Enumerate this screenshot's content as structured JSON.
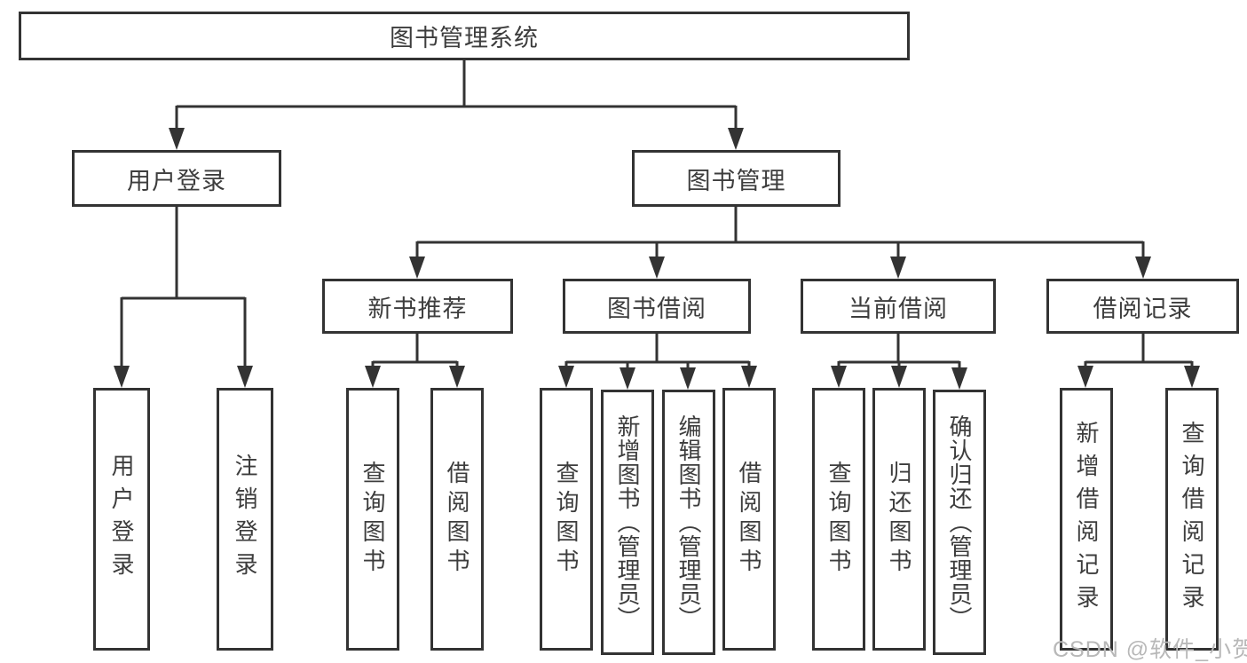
{
  "tree": {
    "root": {
      "label": "图书管理系统"
    },
    "branches": [
      {
        "label": "用户登录",
        "children": [
          {
            "label": "用户登录"
          },
          {
            "label": "注销登录"
          }
        ]
      },
      {
        "label": "图书管理",
        "groups": [
          {
            "label": "新书推荐",
            "children": [
              {
                "label": "查询图书"
              },
              {
                "label": "借阅图书"
              }
            ]
          },
          {
            "label": "图书借阅",
            "children": [
              {
                "label": "查询图书"
              },
              {
                "label": "新增图书（管理员）"
              },
              {
                "label": "编辑图书（管理员）"
              },
              {
                "label": "借阅图书"
              }
            ]
          },
          {
            "label": "当前借阅",
            "children": [
              {
                "label": "查询图书"
              },
              {
                "label": "归还图书"
              },
              {
                "label": "确认归还（管理员）"
              }
            ]
          },
          {
            "label": "借阅记录",
            "children": [
              {
                "label": "新增借阅记录"
              },
              {
                "label": "查询借阅记录"
              }
            ]
          }
        ]
      }
    ]
  },
  "watermark": {
    "text": "CSDN @软件_小贺同学"
  },
  "colors": {
    "line": "#333333",
    "box_border": "#333333",
    "text": "#3d3d3d",
    "watermark": "#b8b8b8",
    "background": "#ffffff"
  }
}
